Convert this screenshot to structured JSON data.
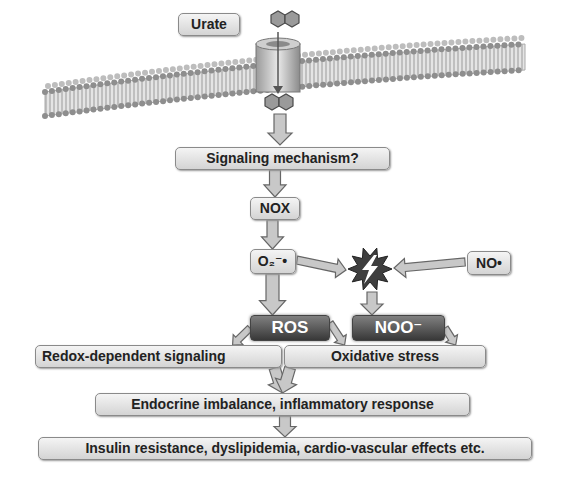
{
  "diagram": {
    "nodes": [
      {
        "text": [
          "Urate"
        ]
      },
      {
        "text": [
          "Signaling mechanism?"
        ]
      },
      {
        "text": [
          "NOX"
        ]
      },
      {
        "text": [
          "O₂⁻•"
        ]
      },
      {
        "text": [
          "NO•"
        ]
      },
      {
        "text": [
          "ROS"
        ]
      },
      {
        "text": [
          "NOO⁻"
        ]
      },
      {
        "text": [
          "Redox-dependent signaling"
        ]
      },
      {
        "text": [
          "Oxidative stress"
        ]
      },
      {
        "text": [
          "Endocrine imbalance, inflammatory response"
        ]
      },
      {
        "text": [
          "Insulin resistance, dyslipidemia, cardio-vascular effects etc."
        ]
      }
    ],
    "edges": [
      {
        "from": 1,
        "to": 2,
        "arrow": "to"
      },
      {
        "from": 2,
        "to": 3,
        "arrow": "to"
      },
      {
        "from": 3,
        "to": 5,
        "arrow": "to"
      },
      {
        "from": 5,
        "to": 7,
        "arrow": "to"
      },
      {
        "from": 5,
        "to": 8,
        "arrow": "to"
      },
      {
        "from": 6,
        "to": 8,
        "arrow": "to"
      },
      {
        "from": 7,
        "to": 9,
        "arrow": "to"
      },
      {
        "from": 8,
        "to": 9,
        "arrow": "to"
      },
      {
        "from": 9,
        "to": 10,
        "arrow": "to"
      }
    ]
  }
}
